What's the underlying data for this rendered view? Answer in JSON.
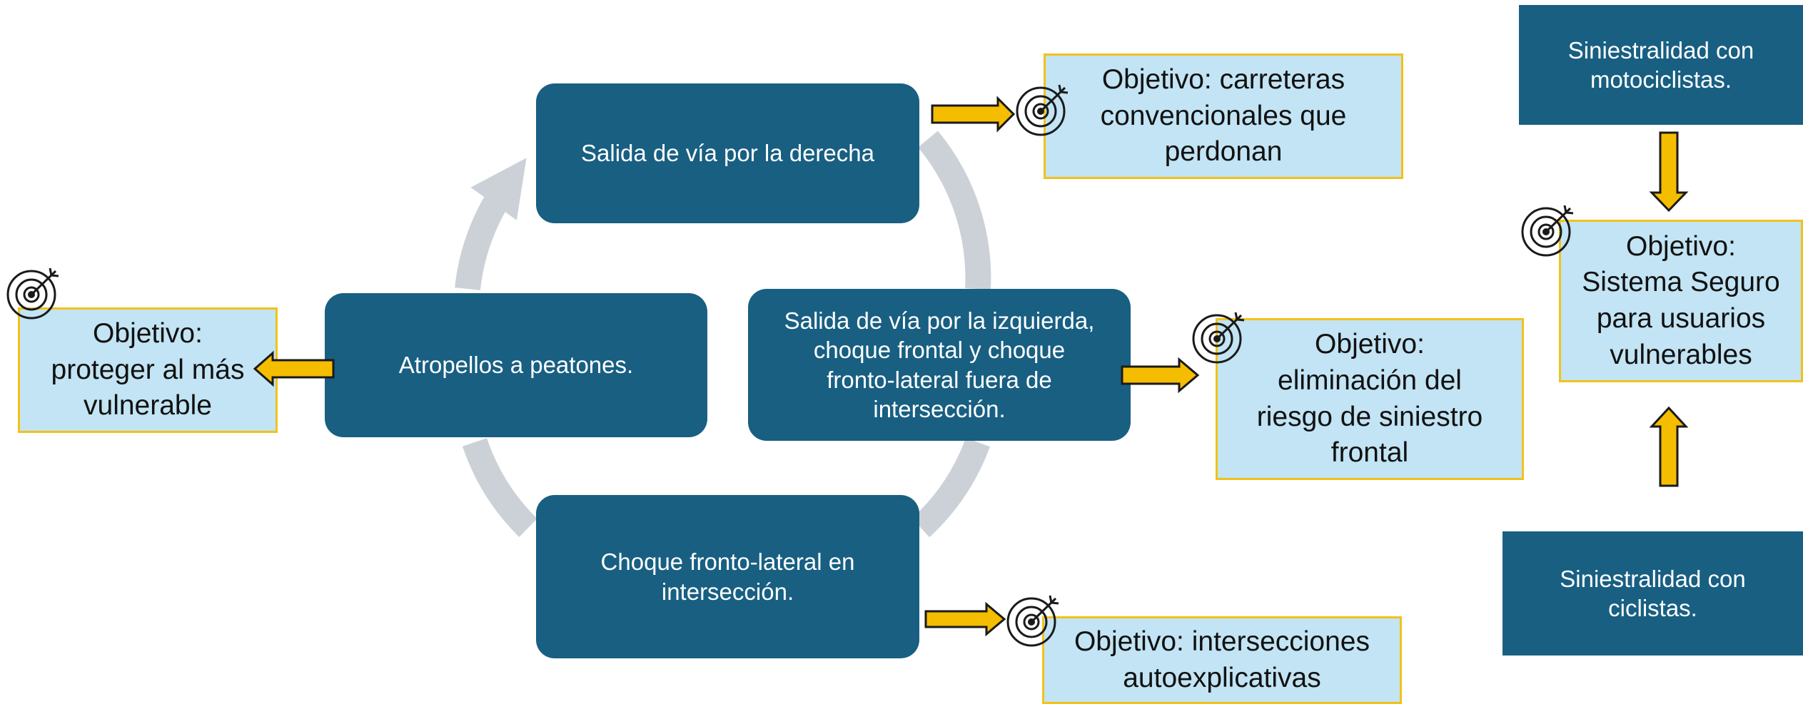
{
  "cycle": {
    "right_departure": "Salida de vía por la derecha",
    "left_departure": "Salida de vía por la izquierda,\nchoque frontal y choque\nfronto-lateral fuera de\nintersección.",
    "intersection_crash": "Choque fronto-lateral en\nintersección.",
    "pedestrians": "Atropellos a peatones."
  },
  "objectives": {
    "forgiving_roads": "Objetivo: carreteras\nconvencionales que\nperdonan",
    "frontal_risk": "Objetivo:\neliminación del\nriesgo  de siniestro\nfrontal",
    "self_explaining": "Objetivo: intersecciones\nautoexplicativas",
    "protect_vulnerable": "Objetivo:\nproteger al más\nvulnerable",
    "safe_system": "Objetivo:\nSistema Seguro\npara usuarios\nvulnerables"
  },
  "side": {
    "motorcyclists": "Siniestralidad con\nmotociclistas.",
    "cyclists": "Siniestralidad con\nciclistas."
  },
  "colors": {
    "dark_box": "#185f82",
    "light_box": "#c2e4f4",
    "accent_arrow": "#f5bd00",
    "cycle_arc": "#ccd1d8"
  },
  "icons": [
    "target-icon",
    "arrow-right-icon",
    "arrow-left-icon",
    "arrow-down-icon",
    "arrow-up-icon"
  ]
}
